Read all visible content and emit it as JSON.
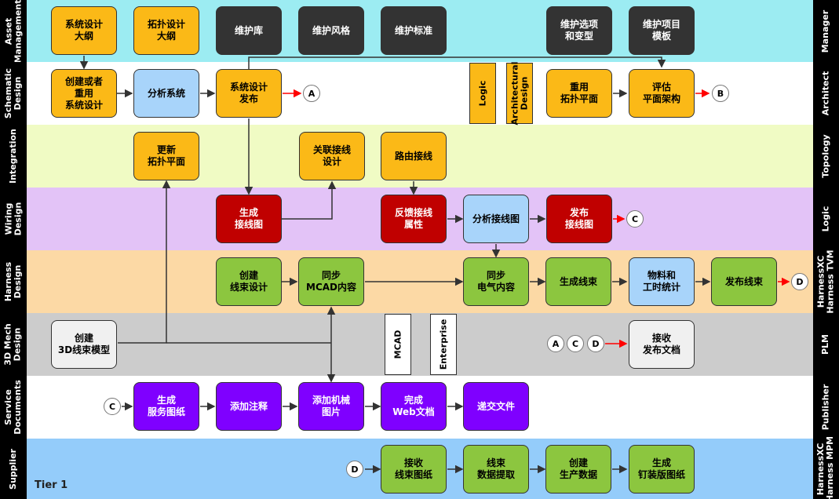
{
  "colors": {
    "lane_manager": "#9cecf2",
    "lane_architect": "#ffffff",
    "lane_topology": "#f0fbc4",
    "lane_logic": "#e3c3f7",
    "lane_harness": "#fcd9a5",
    "lane_plm": "#cccccc",
    "lane_publisher": "#ffffff",
    "lane_supplier": "#94ccfa",
    "arrow": "#333333",
    "arrow_red": "#ff0000"
  },
  "lanes": [
    {
      "name": "Asset\nManagement",
      "role": "Manager"
    },
    {
      "name": "Schematic\nDesign",
      "role": "Architect"
    },
    {
      "name": "Integration",
      "role": "Topology"
    },
    {
      "name": "Wiring\nDesign",
      "role": "Logic"
    },
    {
      "name": "Harness\nDesign",
      "role": "HarnessXC\nHarness TVM"
    },
    {
      "name": "3D Mech\nDesign",
      "role": "PLM"
    },
    {
      "name": "Service\nDocuments",
      "role": "Publisher"
    },
    {
      "name": "Supplier",
      "role": "HarnessXC\nHarness MPM"
    }
  ],
  "boxes": {
    "sys_outline": "系统设计\n大纲",
    "topo_outline": "拓扑设计\n大纲",
    "maint_lib": "维护库",
    "maint_style": "维护风格",
    "maint_std": "维护标准",
    "maint_options": "维护选项\n和变型",
    "maint_template": "维护项目\n模板",
    "create_reuse": "创建或者\n重用\n系统设计",
    "analyze_sys": "分析系统",
    "publish_sys": "系统设计\n发布",
    "reuse_topo": "重用\n拓扑平面",
    "eval_arch": "评估\n平面架构",
    "update_topo": "更新\n拓扑平面",
    "assoc_wiring": "关联接线\n设计",
    "route_wiring": "路由接线",
    "gen_wiring": "生成\n接线图",
    "feedback_wiring": "反馈接线\n属性",
    "analyze_wiring": "分析接线图",
    "publish_wiring": "发布\n接线图",
    "create_harness": "创建\n线束设计",
    "sync_mcad": "同步\nMCAD内容",
    "sync_elec": "同步\n电气内容",
    "gen_harness": "生成线束",
    "bom": "物料和\n工时统计",
    "publish_harness": "发布线束",
    "create_3d": "创建\n3D线束模型",
    "receive_docs": "接收\n发布文档",
    "gen_service": "生成\n服务图纸",
    "add_notes": "添加注释",
    "add_mech": "添加机械\n图片",
    "web_docs": "完成\nWeb文档",
    "submit": "递交文件",
    "receive_harness": "接收\n线束图纸",
    "extract_data": "线束\n数据提取",
    "create_prod": "创建\n生产数据",
    "gen_board": "生成\n钉装版图纸"
  },
  "tabs": {
    "logic": "Logic",
    "architectural": "Architectural\nDesign",
    "mcad": "MCAD",
    "enterprise": "Enterprise"
  },
  "circles": {
    "a": "A",
    "b": "B",
    "c": "C",
    "d": "D"
  },
  "tier": "Tier 1"
}
